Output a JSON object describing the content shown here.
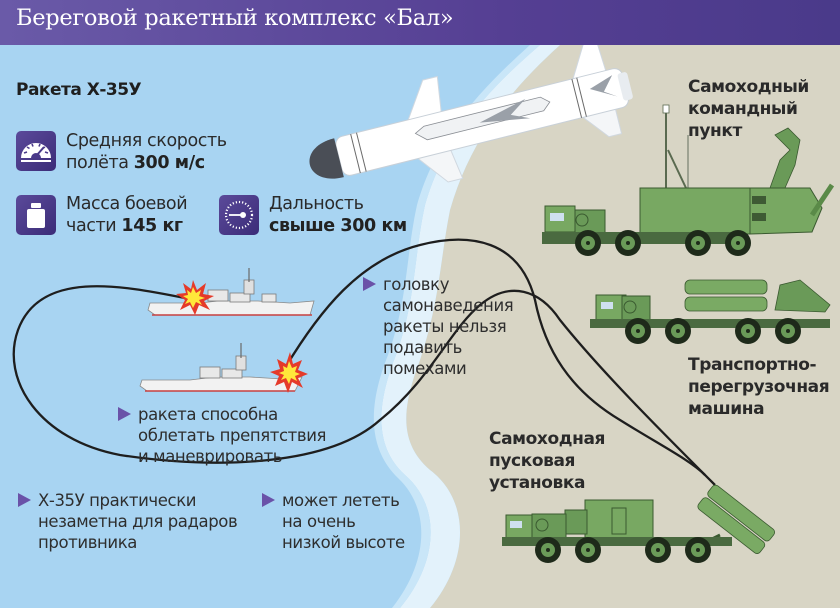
{
  "header": {
    "title": "Береговой ракетный комплекс «Бал»"
  },
  "colors": {
    "header_bg": "#553f93",
    "sea": "#a8d4f2",
    "land": "#d8d5c5",
    "vehicle_green": "#6a9a58",
    "bullet_accent": "#6a52a8",
    "icon_bg": "#4a3a8a"
  },
  "missile": {
    "title": "Ракета Х-35У",
    "specs": [
      {
        "icon": "speedometer-icon",
        "line1": "Средняя скорость",
        "line2_prefix": "полёта ",
        "line2_value": "300 м/с"
      },
      {
        "icon": "weight-icon",
        "line1": "Масса боевой",
        "line2_prefix": "части ",
        "line2_value": "145 кг"
      },
      {
        "icon": "range-dial-icon",
        "line1": "Дальность",
        "line2_prefix": "",
        "line2_value": "свыше 300 км"
      }
    ]
  },
  "vehicles": [
    {
      "lines": [
        "Самоходный",
        "командный",
        "пункт"
      ]
    },
    {
      "lines": [
        "Транспортно-",
        "перегрузочная",
        "машина"
      ]
    },
    {
      "lines": [
        "Самоходная",
        "пусковая",
        "установка"
      ]
    }
  ],
  "bullets": [
    {
      "lines": [
        "головку",
        "самонаведения",
        "ракеты нельзя",
        "подавить",
        "помехами"
      ]
    },
    {
      "lines": [
        "ракета способна",
        "облетать препятствия",
        "и маневрировать"
      ]
    },
    {
      "lines": [
        "Х-35У практически",
        "незаметна для радаров",
        "противника"
      ]
    },
    {
      "lines": [
        "может лететь",
        "на очень",
        "низкой высоте"
      ]
    }
  ]
}
